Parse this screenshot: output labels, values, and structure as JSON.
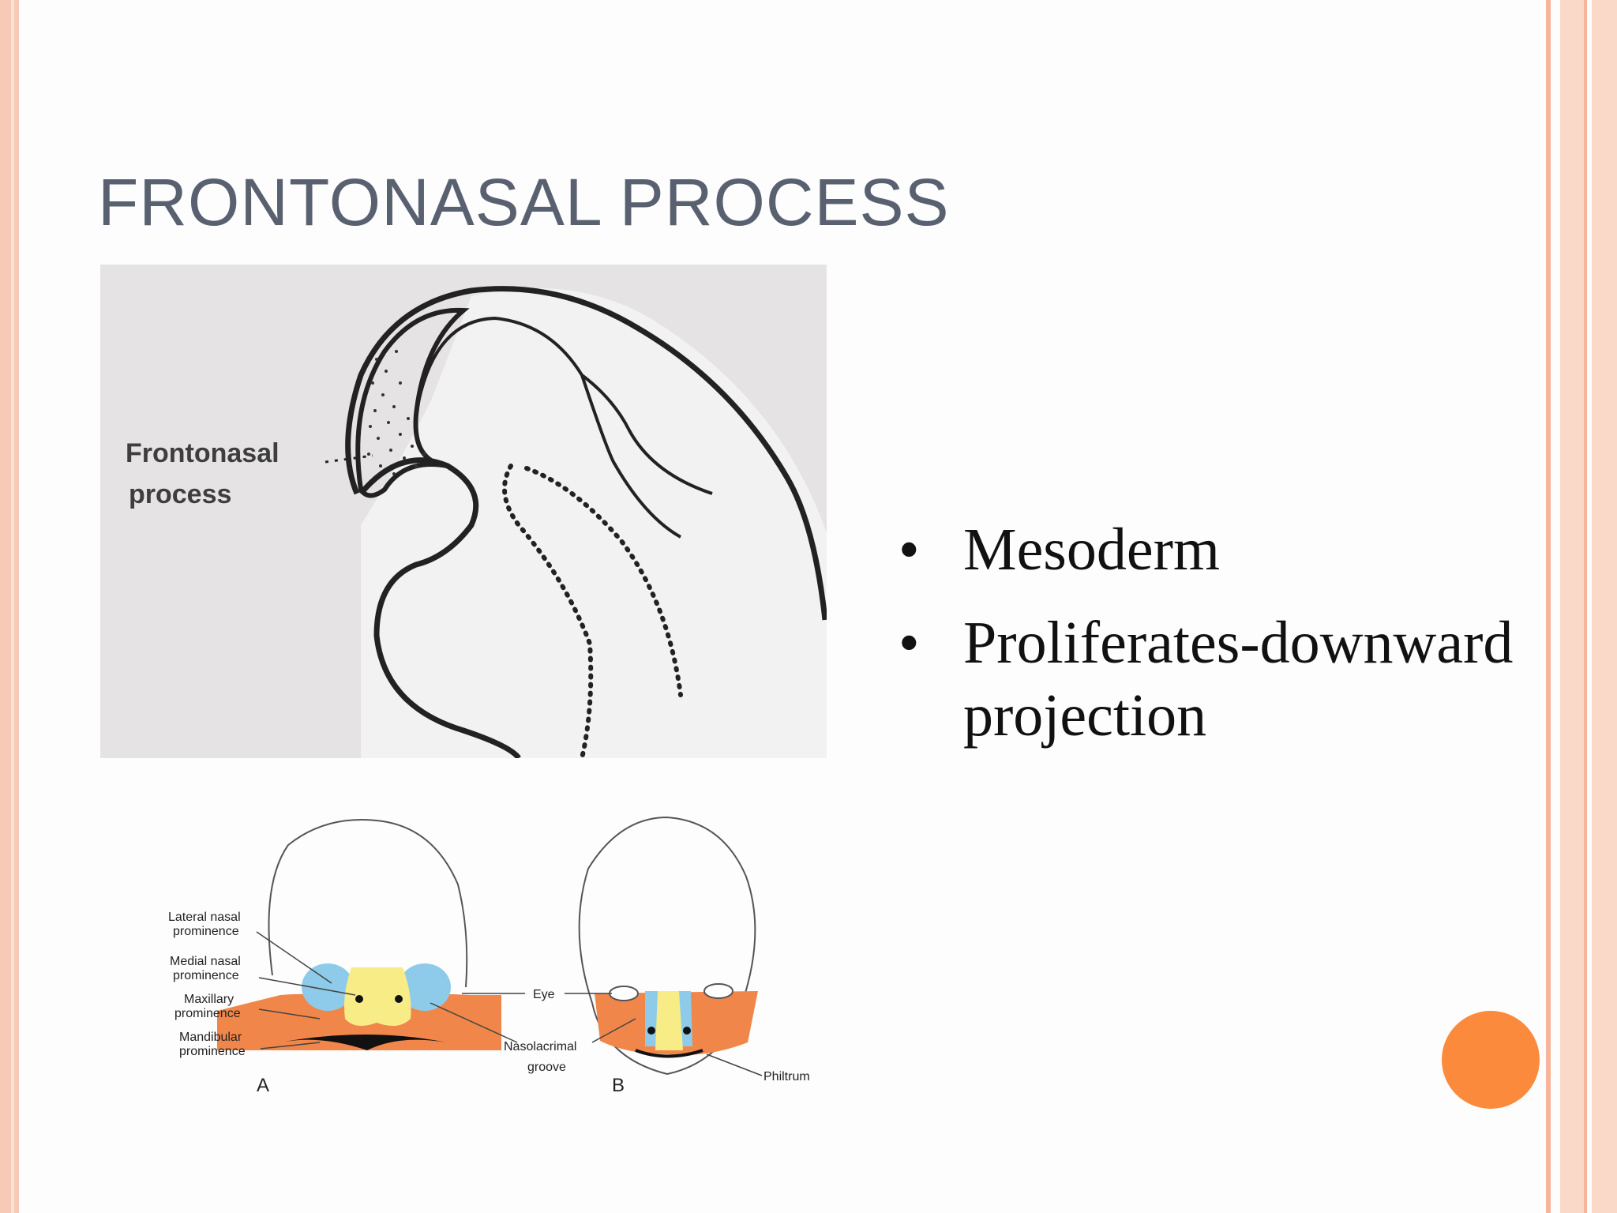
{
  "slide": {
    "title": "FRONTONASAL PROCESS",
    "figure1": {
      "label_line1": "Frontonasal",
      "label_line2": "process"
    },
    "figure2": {
      "labels": {
        "lateral_nasal_1": "Lateral nasal",
        "lateral_nasal_2": "prominence",
        "medial_nasal_1": "Medial nasal",
        "medial_nasal_2": "prominence",
        "maxillary_1": "Maxillary",
        "maxillary_2": "prominence",
        "mandibular_1": "Mandibular",
        "mandibular_2": "prominence",
        "eye": "Eye",
        "nasolacrimal_1": "Nasolacrimal",
        "nasolacrimal_2": "groove",
        "philtrum": "Philtrum",
        "panel_a": "A",
        "panel_b": "B"
      }
    },
    "bullets": [
      "Mesoderm",
      "Proliferates-downward projection"
    ],
    "bullet_symbol": "•",
    "colors": {
      "accent_orange": "#fb8a3d",
      "title_gray": "#596171",
      "border_peach": "#f7c9b6",
      "lateral_nasal_blue": "#8ecbea",
      "medial_nasal_yellow": "#f8ec86",
      "maxillary_orange": "#f0864a"
    }
  }
}
